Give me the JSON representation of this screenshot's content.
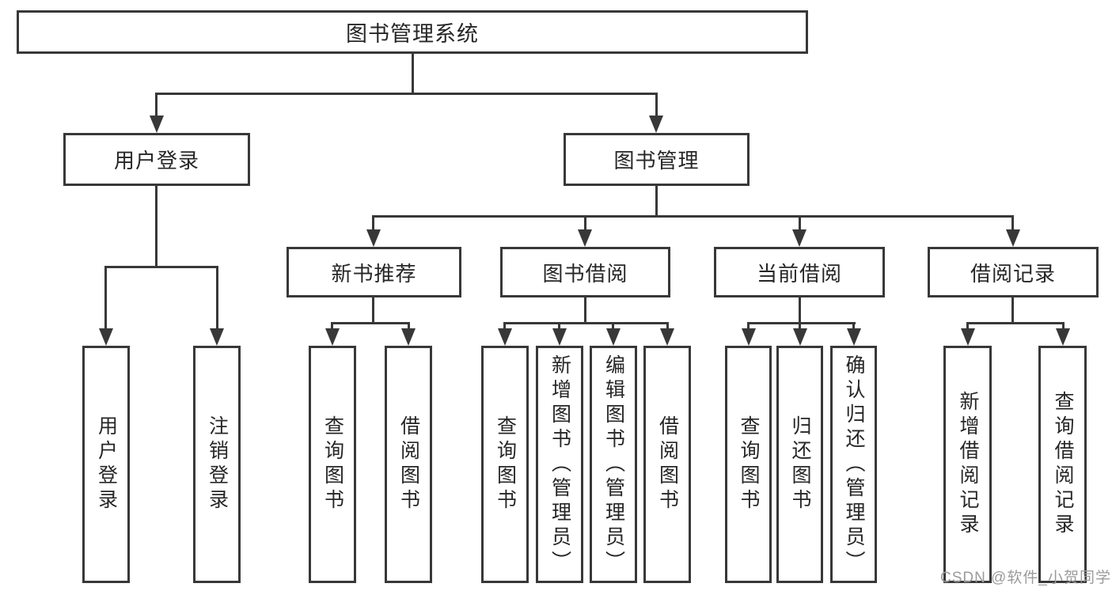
{
  "diagram": {
    "type": "hierarchy-diagram",
    "colors": {
      "line": "#383838",
      "text": "#262626",
      "background": "#ffffff",
      "watermark": "#9b9b9b"
    },
    "nodes": {
      "root": {
        "label": "图书管理系统"
      },
      "user_login": {
        "label": "用户登录"
      },
      "book_management": {
        "label": "图书管理"
      },
      "new_book_recommend": {
        "label": "新书推荐"
      },
      "book_borrowing": {
        "label": "图书借阅"
      },
      "current_borrowing": {
        "label": "当前借阅"
      },
      "borrowing_records": {
        "label": "借阅记录"
      },
      "login_leaf": {
        "label": "用户登录"
      },
      "logout_leaf": {
        "label": "注销登录"
      },
      "nbr_query_books": {
        "label": "查询图书"
      },
      "nbr_borrow_books": {
        "label": "借阅图书"
      },
      "bb_query_books": {
        "label": "查询图书"
      },
      "bb_add_books": {
        "label": "新增图书（管理员）"
      },
      "bb_edit_books": {
        "label": "编辑图书（管理员）"
      },
      "bb_borrow_books": {
        "label": "借阅图书"
      },
      "cb_query_books": {
        "label": "查询图书"
      },
      "cb_return_books": {
        "label": "归还图书"
      },
      "cb_confirm_return": {
        "label": "确认归还（管理员）"
      },
      "br_add_record": {
        "label": "新增借阅记录"
      },
      "br_query_record": {
        "label": "查询借阅记录"
      }
    },
    "hierarchy": {
      "图书管理系统": {
        "用户登录": [
          "用户登录",
          "注销登录"
        ],
        "图书管理": {
          "新书推荐": [
            "查询图书",
            "借阅图书"
          ],
          "图书借阅": [
            "查询图书",
            "新增图书（管理员）",
            "编辑图书（管理员）",
            "借阅图书"
          ],
          "当前借阅": [
            "查询图书",
            "归还图书",
            "确认归还（管理员）"
          ],
          "借阅记录": [
            "新增借阅记录",
            "查询借阅记录"
          ]
        }
      }
    },
    "watermark": {
      "text": "CSDN @软件_小贺同学"
    }
  }
}
